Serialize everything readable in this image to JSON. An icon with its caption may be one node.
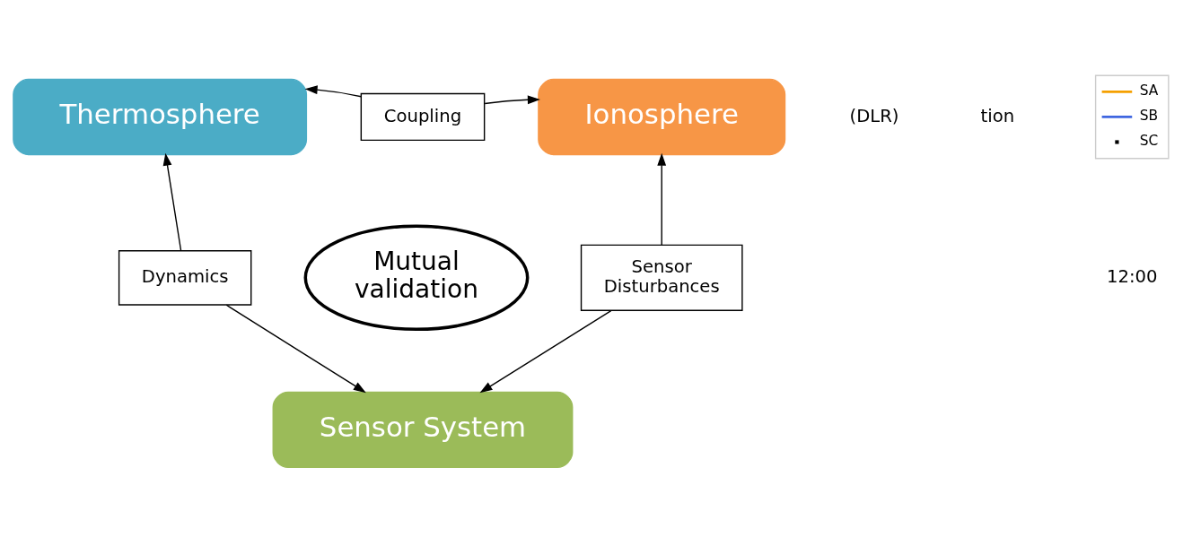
{
  "diagram": {
    "nodes": [
      {
        "text": [
          "Thermosphere"
        ]
      },
      {
        "text": [
          "Coupling"
        ]
      },
      {
        "text": [
          "Ionosphere"
        ]
      },
      {
        "text": [
          "Dynamics"
        ]
      },
      {
        "text": [
          "Mutual validation"
        ]
      },
      {
        "text": [
          "Sensor Disturbances"
        ]
      },
      {
        "text": [
          "Sensor System"
        ]
      }
    ],
    "edges": [
      {
        "from": 1,
        "to": 0,
        "arrow": "to"
      },
      {
        "from": 1,
        "to": 2,
        "arrow": "to"
      },
      {
        "from": 3,
        "to": 0,
        "arrow": "to"
      },
      {
        "from": 3,
        "to": 6,
        "arrow": "to"
      },
      {
        "from": 5,
        "to": 2,
        "arrow": "to"
      },
      {
        "from": 5,
        "to": 6,
        "arrow": "to"
      }
    ],
    "labels": [
      "(DLR)",
      "tion",
      "12:00"
    ],
    "legend": [
      {
        "text": "SA"
      },
      {
        "text": "SB"
      },
      {
        "text": "SC"
      }
    ]
  }
}
